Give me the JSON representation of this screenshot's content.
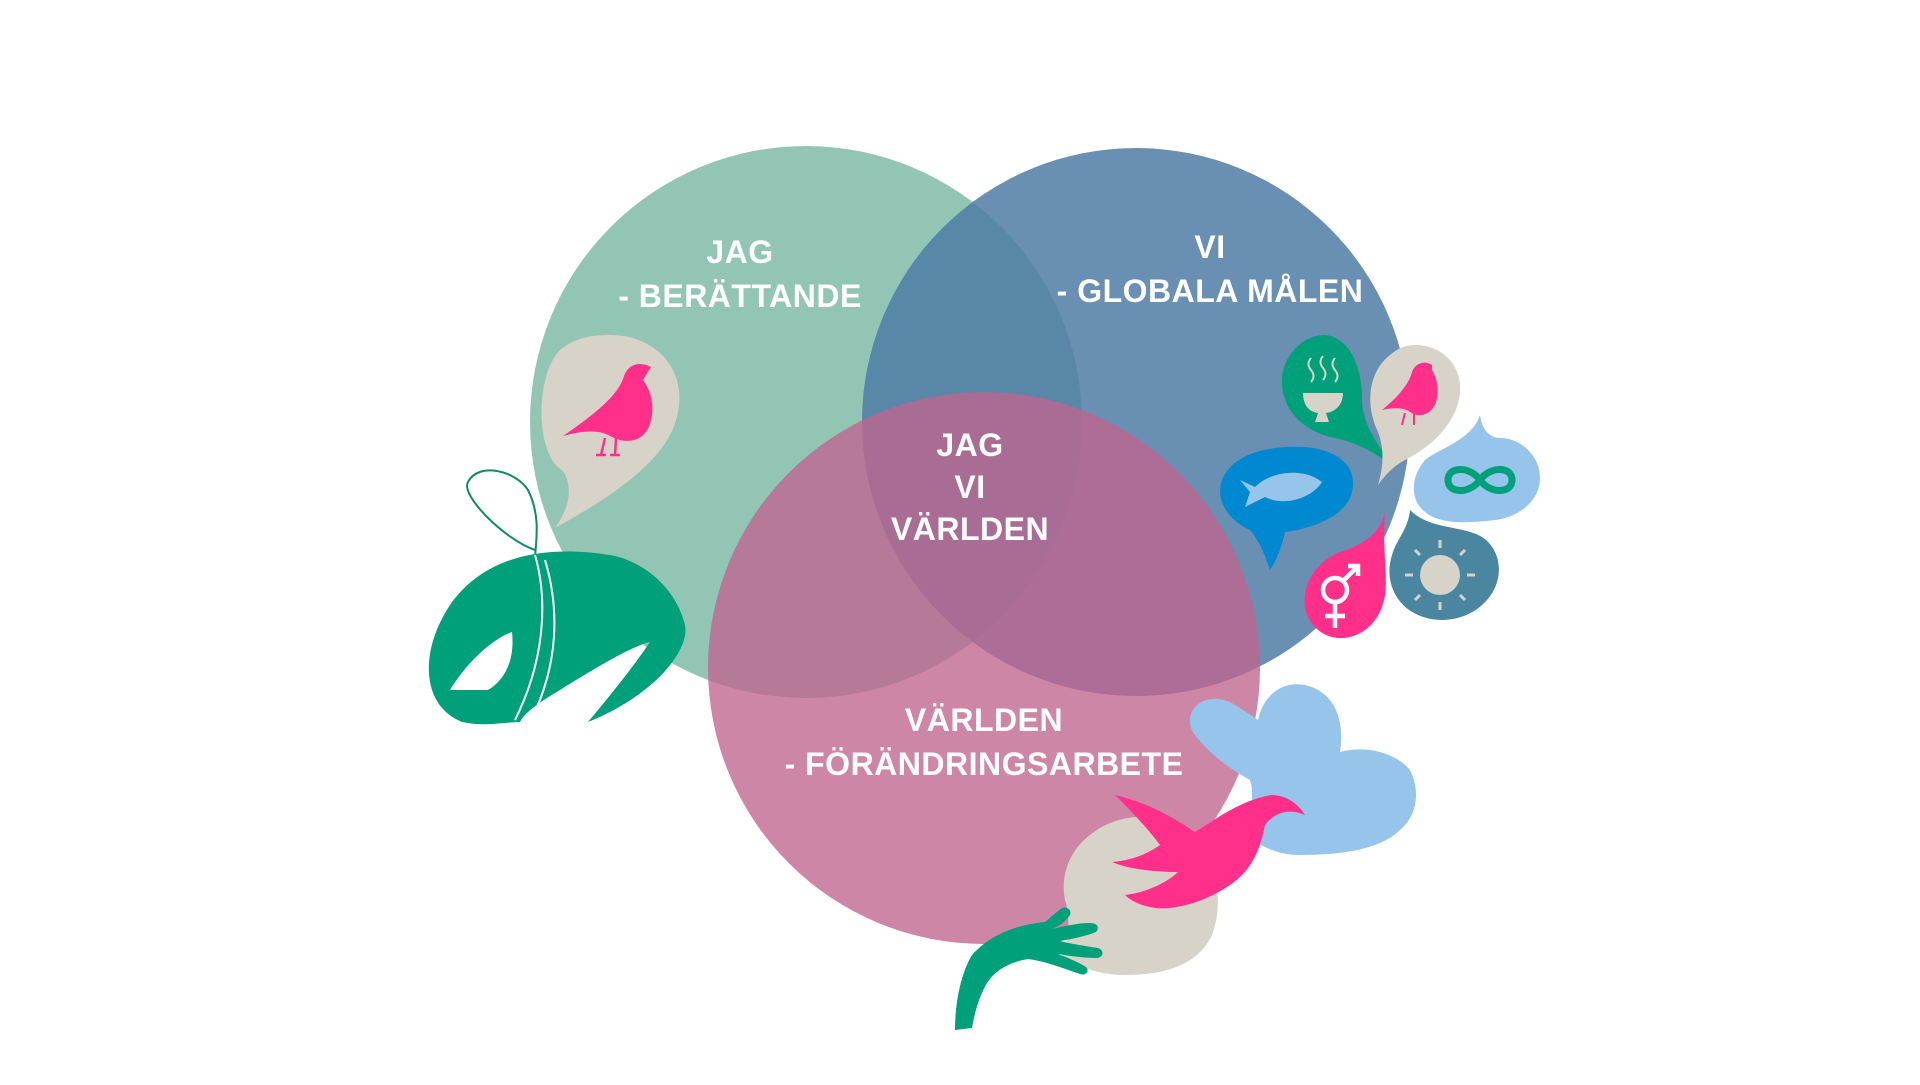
{
  "diagram": {
    "circles": {
      "jag": {
        "line1": "JAG",
        "line2": "- BERÄTTANDE",
        "color": "#7BB8A5"
      },
      "vi": {
        "line1": "VI",
        "line2": "- GLOBALA MÅLEN",
        "color": "#4F7BA6"
      },
      "varlden": {
        "line1": "VÄRLDEN",
        "line2": "- FÖRÄNDRINGSARBETE",
        "color": "#C0648E"
      }
    },
    "center": {
      "line1": "JAG",
      "line2": "VI",
      "line3": "VÄRLDEN"
    }
  },
  "palette": {
    "green": "#00A07A",
    "pink": "#FF2F8A",
    "beige": "#D8D3C8",
    "light_blue": "#96C4EA",
    "blue": "#0088D0",
    "teal_blue": "#4A86A0"
  },
  "icons": [
    "bird-speech-bubble-icon",
    "ribbon-hand-icon",
    "steaming-bowl-drop-icon",
    "fish-drop-icon",
    "gender-symbol-drop-icon",
    "infinity-drop-icon",
    "sun-drop-icon",
    "heart-bird-hands-icon"
  ]
}
